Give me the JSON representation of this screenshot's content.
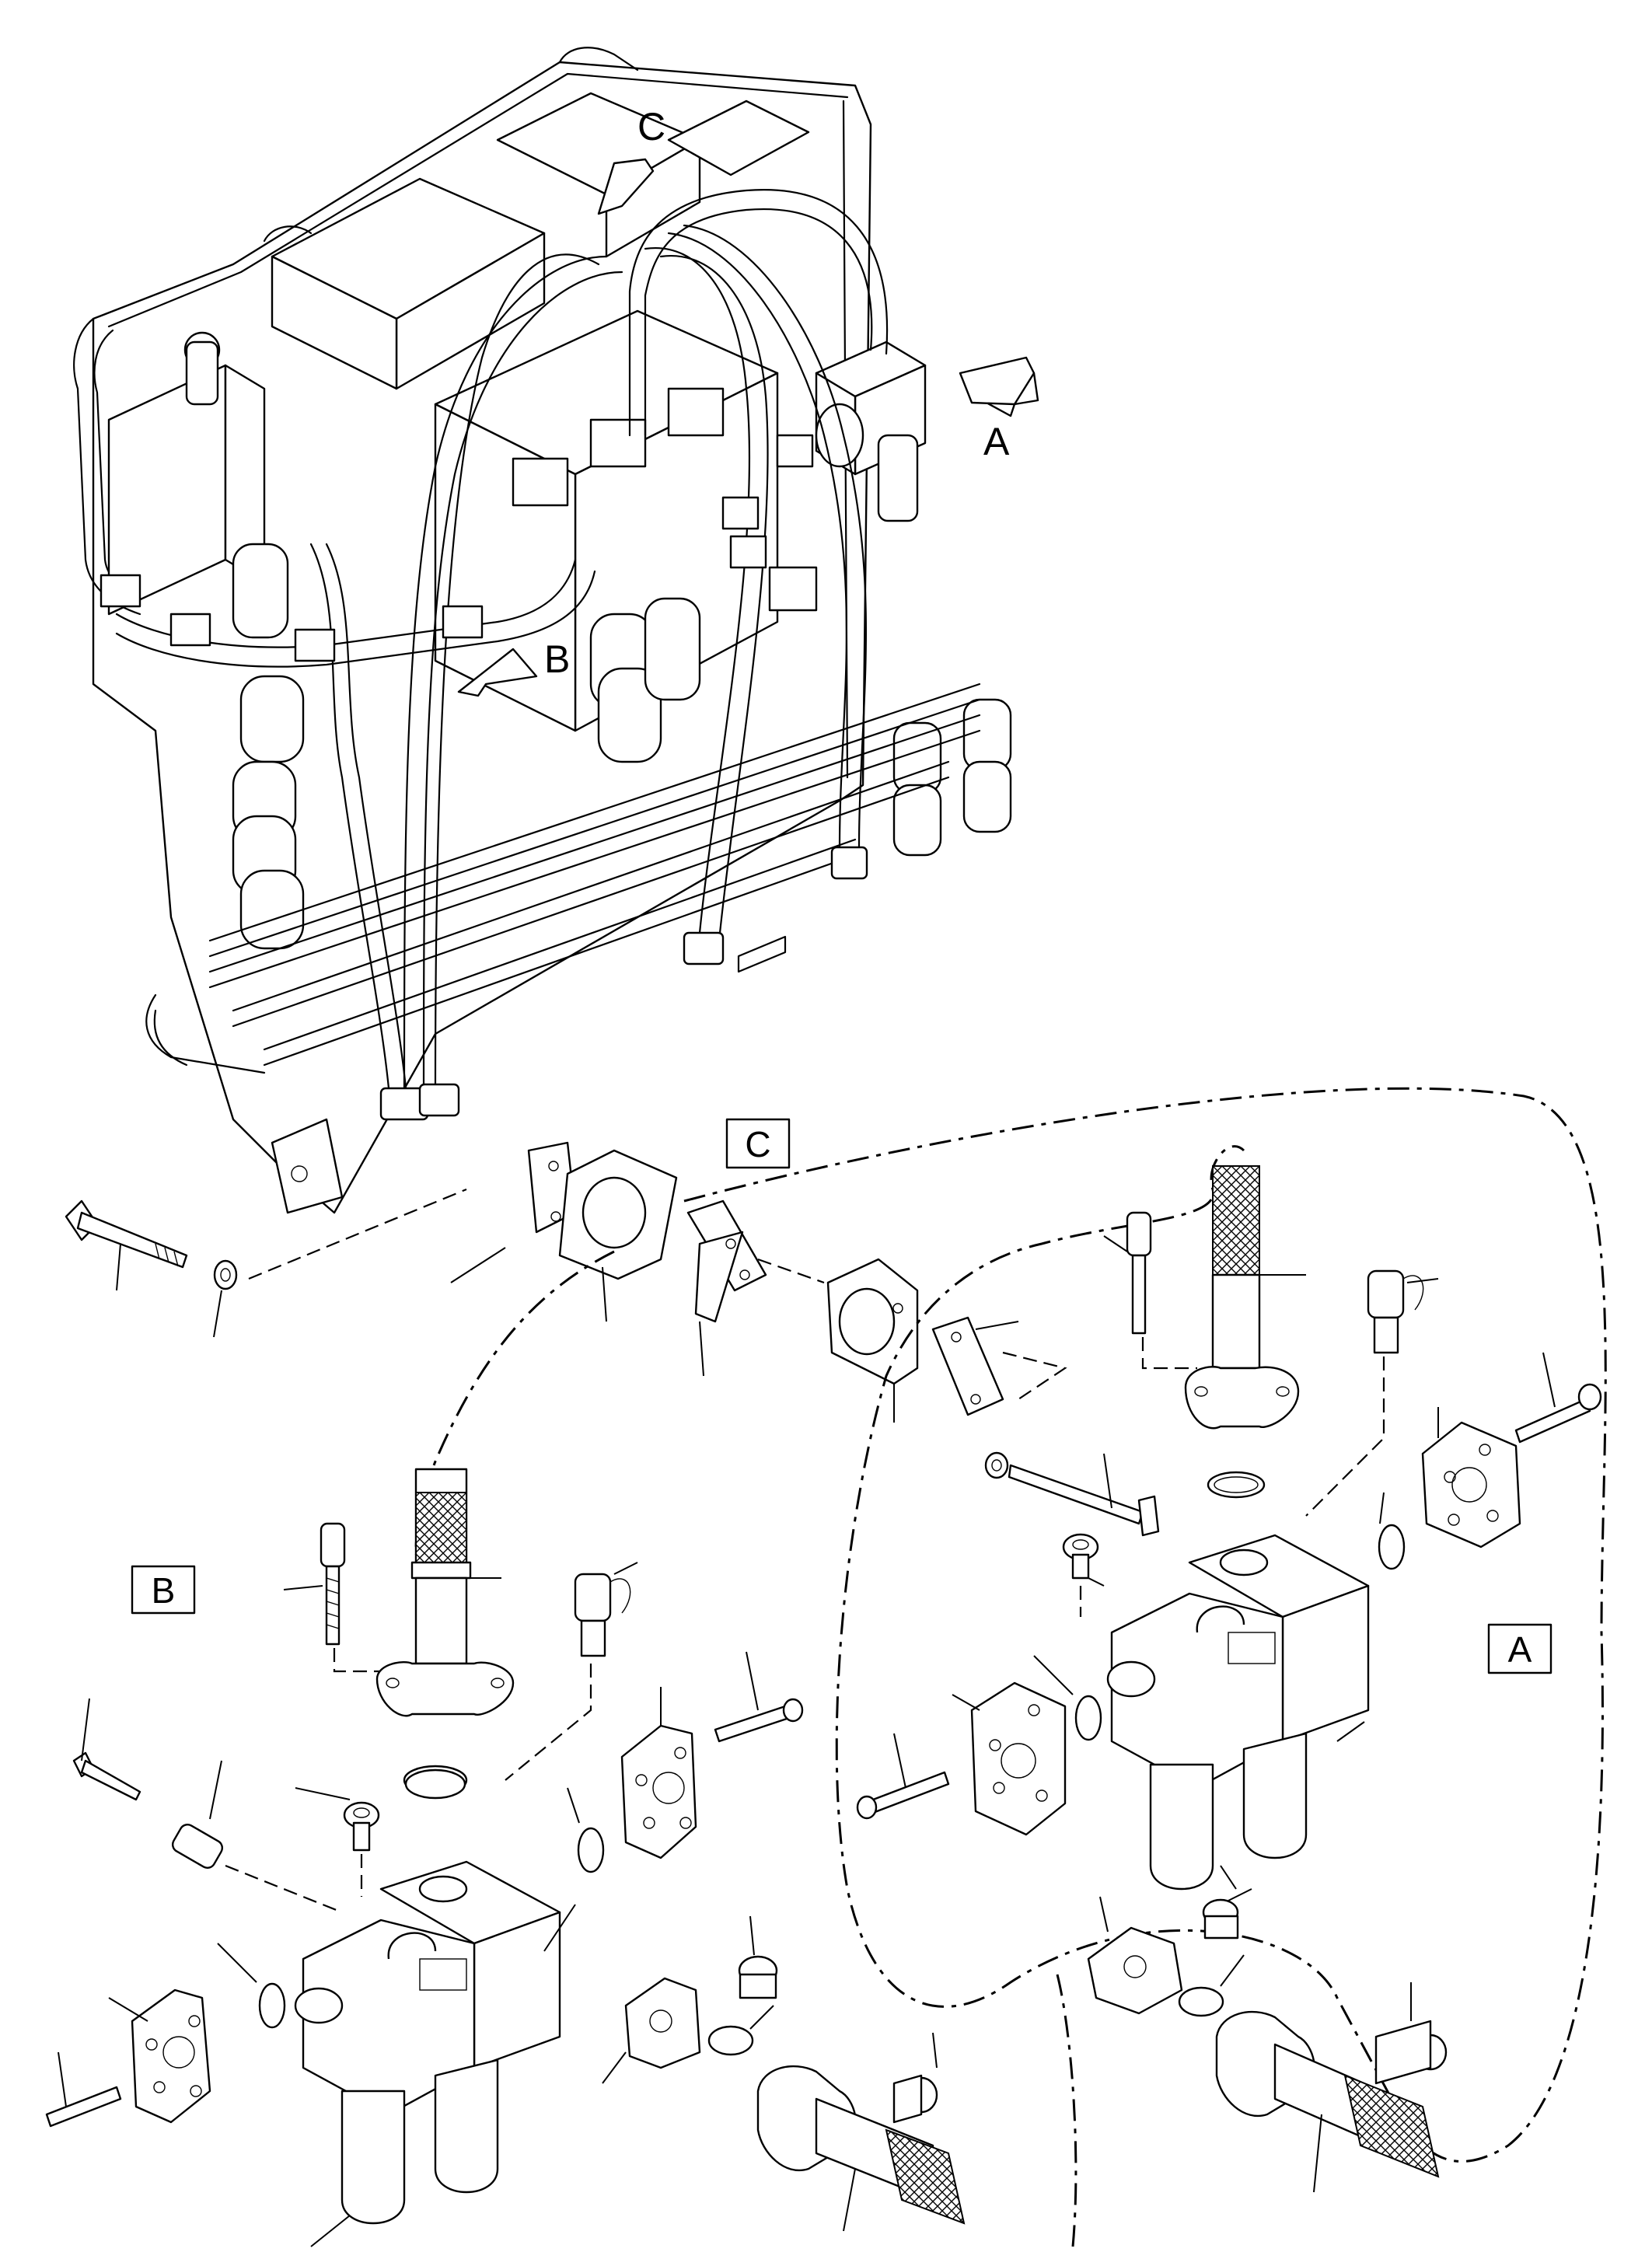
{
  "view_labels": {
    "arrow_a": "A",
    "arrow_b": "B",
    "arrow_c": "C"
  },
  "detail_labels": {
    "box_c": "C",
    "box_b": "B",
    "box_a": "A"
  },
  "colors": {
    "line": "#000000",
    "background": "#ffffff"
  }
}
